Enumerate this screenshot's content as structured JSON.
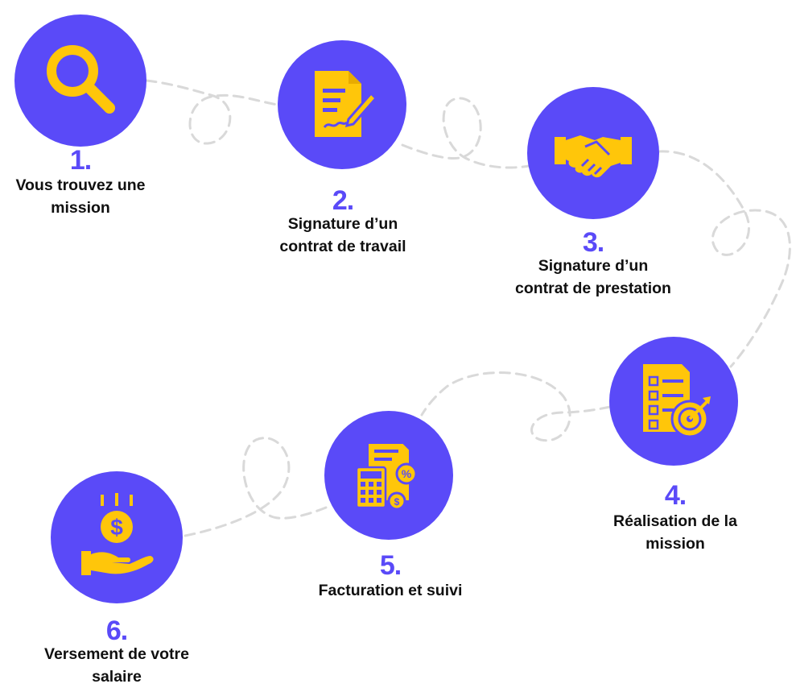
{
  "colors": {
    "circle": "#5a4af8",
    "icon": "#ffc60a",
    "number": "#5a4af8",
    "text": "#101010",
    "dash": "#d9d9d9"
  },
  "steps": [
    {
      "number": "1.",
      "lines": [
        "Vous trouvez une",
        "mission"
      ],
      "icon": "magnifier-icon"
    },
    {
      "number": "2.",
      "lines": [
        "Signature d’un",
        "contrat de travail"
      ],
      "icon": "document-signature-icon"
    },
    {
      "number": "3.",
      "lines": [
        "Signature d’un",
        "contrat de prestation"
      ],
      "icon": "handshake-icon"
    },
    {
      "number": "4.",
      "lines": [
        "Réalisation de la",
        "mission"
      ],
      "icon": "checklist-target-icon"
    },
    {
      "number": "5.",
      "lines": [
        "Facturation et suivi"
      ],
      "icon": "calculator-invoice-icon"
    },
    {
      "number": "6.",
      "lines": [
        "Versement de votre",
        "salaire"
      ],
      "icon": "hand-coin-icon"
    }
  ]
}
